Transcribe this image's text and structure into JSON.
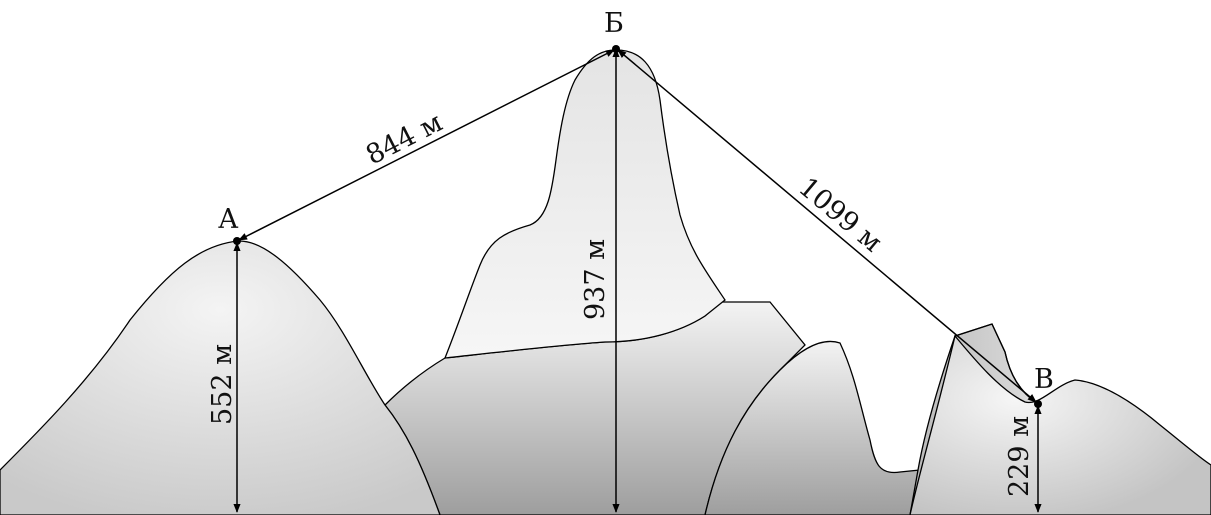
{
  "points": {
    "a": "А",
    "b": "Б",
    "v": "В"
  },
  "heights": {
    "a": "552 м",
    "b": "937 м",
    "v": "229 м"
  },
  "distances": {
    "ab": "844 м",
    "bv": "1099 м"
  },
  "colors": {
    "outline": "#000000",
    "fill_light": "#f2f2f2",
    "fill_mid": "#d6d6d6",
    "fill_dark": "#a8a8a8"
  }
}
